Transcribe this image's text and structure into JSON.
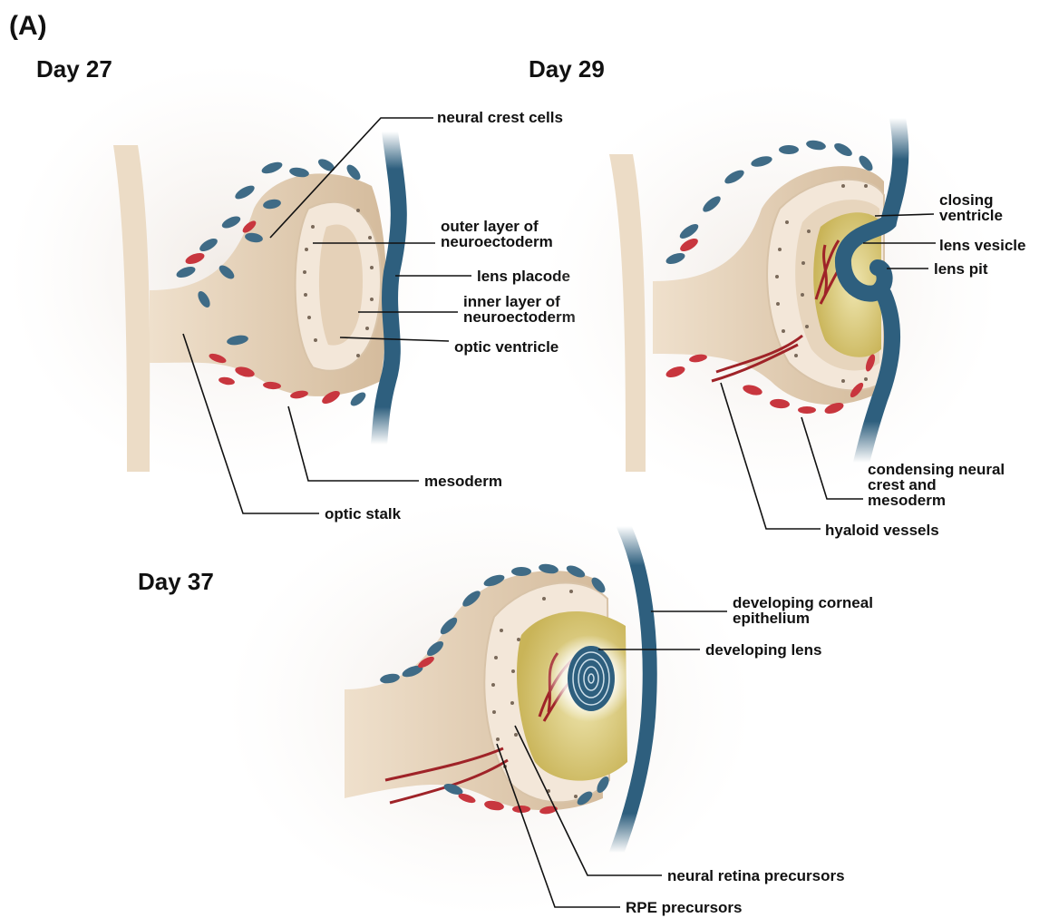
{
  "panel_label": "(A)",
  "stages": {
    "day27": {
      "title": "Day 27",
      "labels": {
        "neural_crest": "neural crest cells",
        "outer_layer_1": "outer layer of",
        "outer_layer_2": "neuroectoderm",
        "lens_placode": "lens placode",
        "inner_layer_1": "inner layer of",
        "inner_layer_2": "neuroectoderm",
        "optic_ventricle": "optic ventricle",
        "mesoderm": "mesoderm",
        "optic_stalk": "optic stalk"
      }
    },
    "day29": {
      "title": "Day 29",
      "labels": {
        "closing_1": "closing",
        "closing_2": "ventricle",
        "lens_vesicle": "lens vesicle",
        "lens_pit": "lens pit",
        "condensing_1": "condensing neural",
        "condensing_2": "crest and",
        "condensing_3": "mesoderm",
        "hyaloid": "hyaloid vessels"
      }
    },
    "day37": {
      "title": "Day 37",
      "labels": {
        "cornea_1": "developing corneal",
        "cornea_2": "epithelium",
        "lens": "developing lens",
        "neural_retina": "neural retina precursors",
        "rpe": "RPE precursors"
      }
    }
  },
  "colors": {
    "tissue": "#e6d2ba",
    "ectoderm": "#2e5f7e",
    "neural_crest": "#3f6b86",
    "mesoderm": "#c8363e",
    "vitreous": "#d9c878",
    "cup": "#f2e6d8"
  }
}
